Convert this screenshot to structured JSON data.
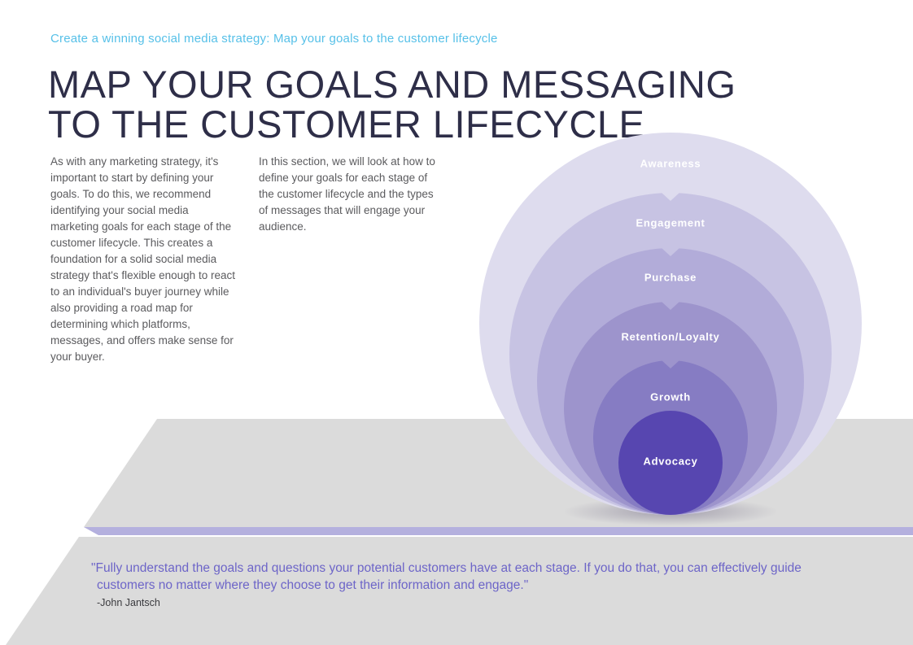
{
  "page": {
    "eyebrow": "Create a winning social media strategy: Map your goals to the customer lifecycle",
    "title_line1": "MAP YOUR GOALS AND MESSAGING",
    "title_line2": "TO THE CUSTOMER LIFECYCLE"
  },
  "intro": {
    "paragraph1": "As with any marketing strategy, it's important to start by defining your goals. To do this, we recommend identifying your social media marketing goals for each stage of the customer lifecycle. This creates a foundation for a solid social media strategy that's flexible enough to react to an individual's buyer journey while also providing a road map for determining which platforms, messages, and offers make sense for your buyer.",
    "paragraph2": "In this section, we will look at how to define your goals for each stage of the customer lifecycle and the types of messages that will engage your audience."
  },
  "diagram": {
    "type": "nested-tangent-circles",
    "description": "Customer lifecycle stages, outermost to innermost, all circles tangent at bottom",
    "stages": [
      {
        "label": "Awareness",
        "color": "#dedcee"
      },
      {
        "label": "Engagement",
        "color": "#c7c3e3"
      },
      {
        "label": "Purchase",
        "color": "#b2acd9"
      },
      {
        "label": "Retention/Loyalty",
        "color": "#9d94cc"
      },
      {
        "label": "Growth",
        "color": "#867cc3"
      },
      {
        "label": "Advocacy",
        "color": "#5746b0"
      }
    ]
  },
  "quote": {
    "text": "\"Fully understand the goals and questions your potential customers have at each stage. If you do that, you can effectively guide customers no matter where they choose to get their information and engage.\"",
    "attribution": "-John Jantsch"
  },
  "colors": {
    "eyebrow_text": "#56c0e8",
    "title_text": "#2e2e48",
    "body_text": "#5b5b5e",
    "quote_text": "#6d65c8",
    "band_gray": "#dbdbdb",
    "ribbon_purple": "#b4b0de",
    "stage_label_text": "#ffffff"
  }
}
